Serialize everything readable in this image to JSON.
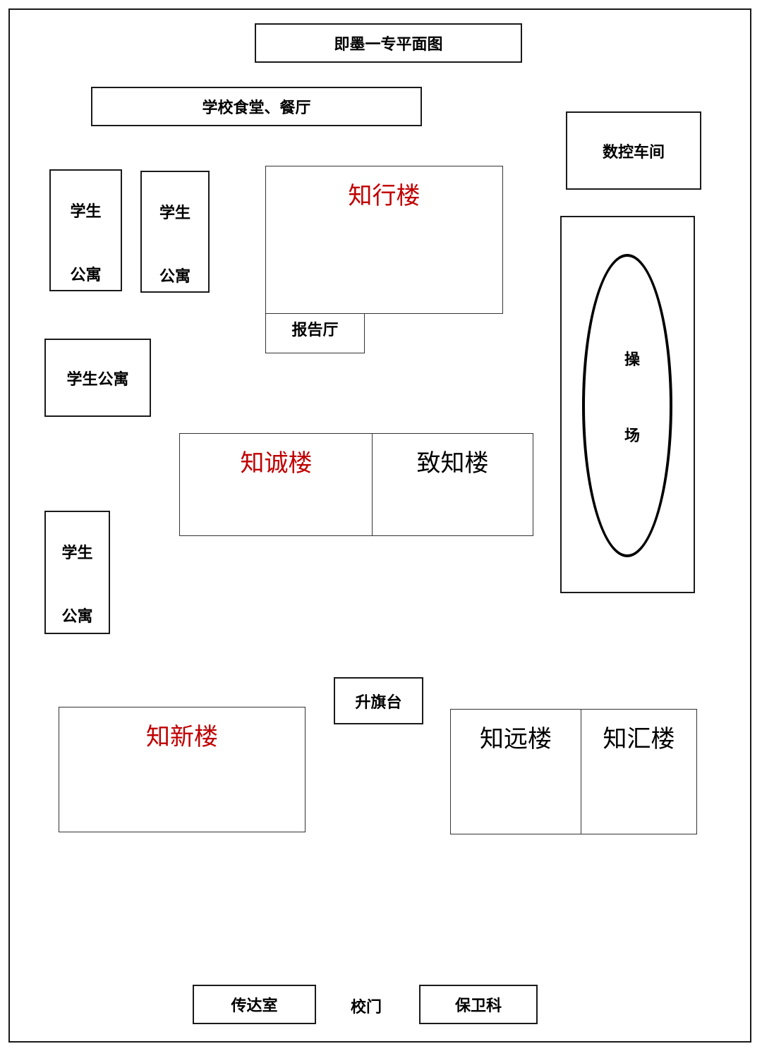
{
  "map": {
    "title": "即墨一专平面图",
    "buildings": {
      "canteen": "学校食堂、餐厅",
      "cnc_workshop": "数控车间",
      "dorm_1": {
        "line1": "学生",
        "line2": "公寓"
      },
      "dorm_2": {
        "line1": "学生",
        "line2": "公寓"
      },
      "dorm_3": "学生公寓",
      "dorm_4": {
        "line1": "学生",
        "line2": "公寓"
      },
      "zhixing": "知行楼",
      "lecture_hall": "报告厅",
      "zhicheng": "知诚楼",
      "zhizhi": "致知楼",
      "playground": {
        "line1": "操",
        "line2": "场"
      },
      "flag_platform": "升旗台",
      "zhixin": "知新楼",
      "zhiyuan": "知远楼",
      "zhihui": "知汇楼",
      "reception": "传达室",
      "gate": "校门",
      "security": "保卫科"
    },
    "colors": {
      "highlight": "#C00000",
      "line": "#1a1a1a",
      "background": "#ffffff"
    }
  }
}
